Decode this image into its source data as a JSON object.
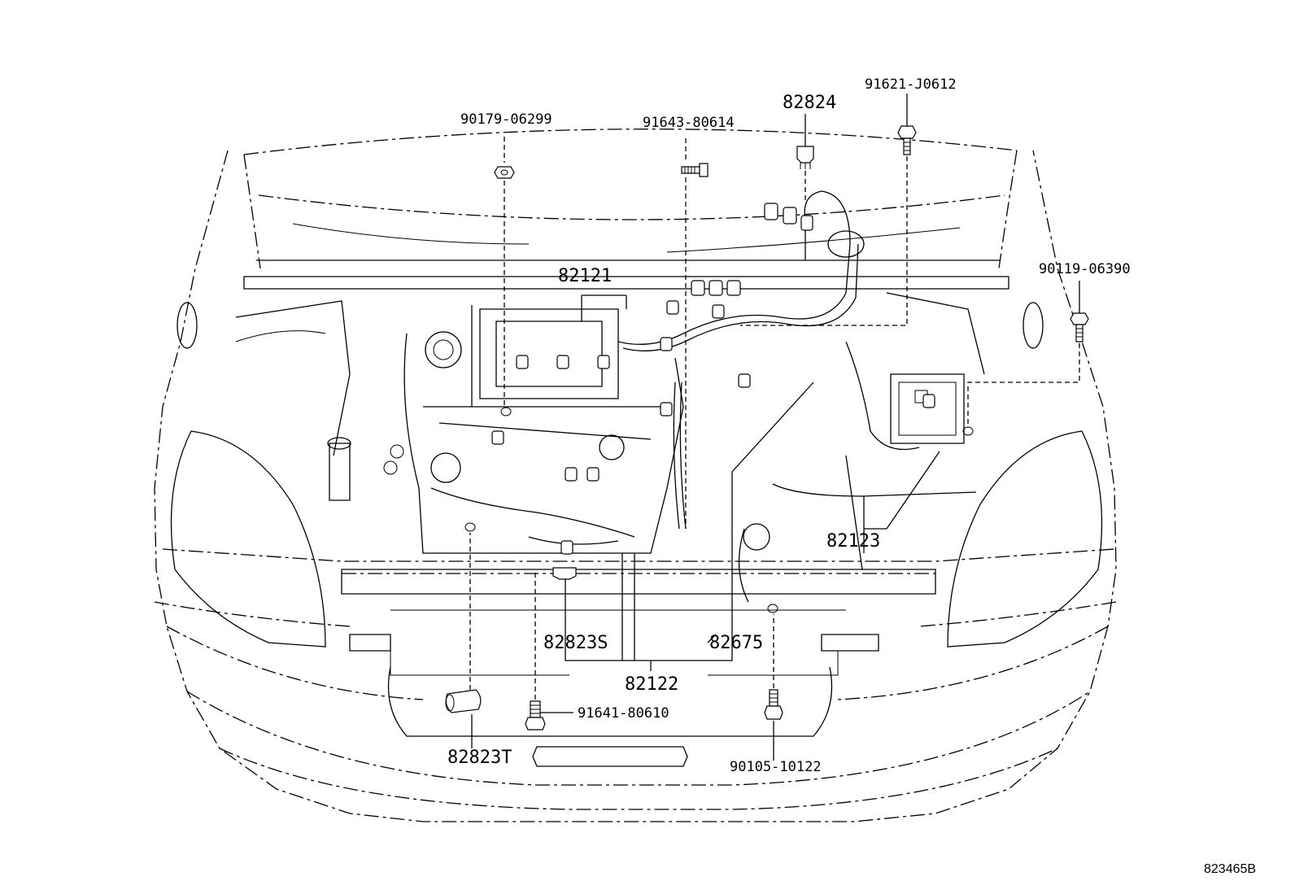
{
  "diagram": {
    "labels": {
      "p90179": "90179-06299",
      "p91643": "91643-80614",
      "p82824": "82824",
      "p91621": "91621-J0612",
      "p90119": "90119-06390",
      "p82121": "82121",
      "p82123": "82123",
      "p82823S": "82823S",
      "p82675": "82675",
      "p82122": "82122",
      "p91641": "91641-80610",
      "p82823T": "82823T",
      "p90105": "90105-10122"
    },
    "figure_code": "823465B"
  }
}
